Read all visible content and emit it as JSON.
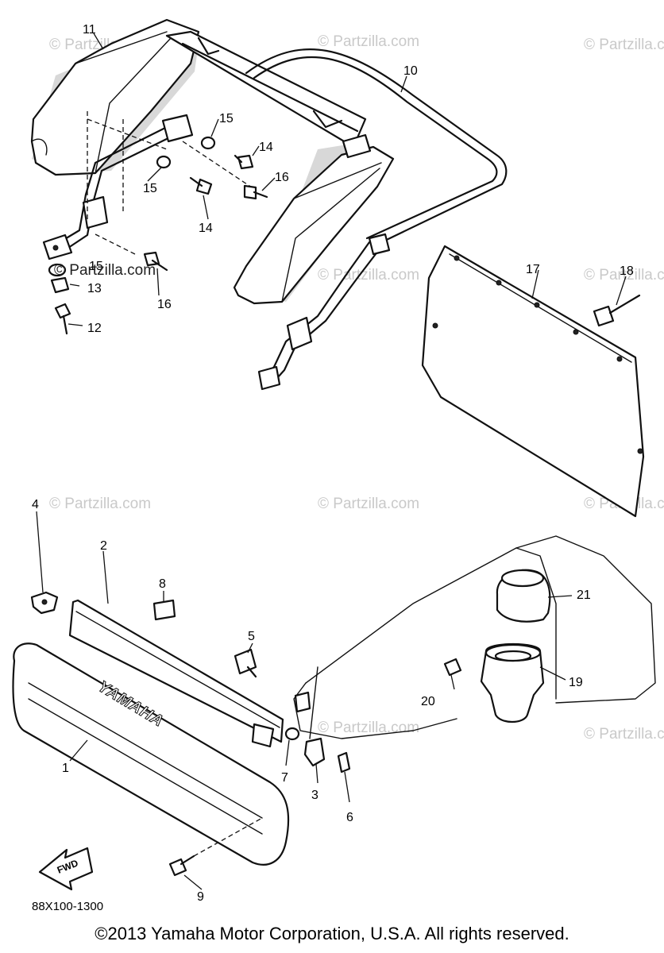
{
  "diagram": {
    "callouts": [
      "1",
      "2",
      "3",
      "4",
      "5",
      "6",
      "7",
      "8",
      "9",
      "10",
      "11",
      "12",
      "13",
      "14",
      "15",
      "16",
      "17",
      "18",
      "19",
      "20",
      "21"
    ],
    "watermark": "© Partzilla.com",
    "watermark_dark": "© Partzilla.com",
    "brand_text": "YAMAHA",
    "forward_label": "FWD",
    "drawing_code": "88X100-1300"
  },
  "footer": {
    "copyright": "©2013 Yamaha Motor Corporation, U.S.A. All rights reserved."
  }
}
